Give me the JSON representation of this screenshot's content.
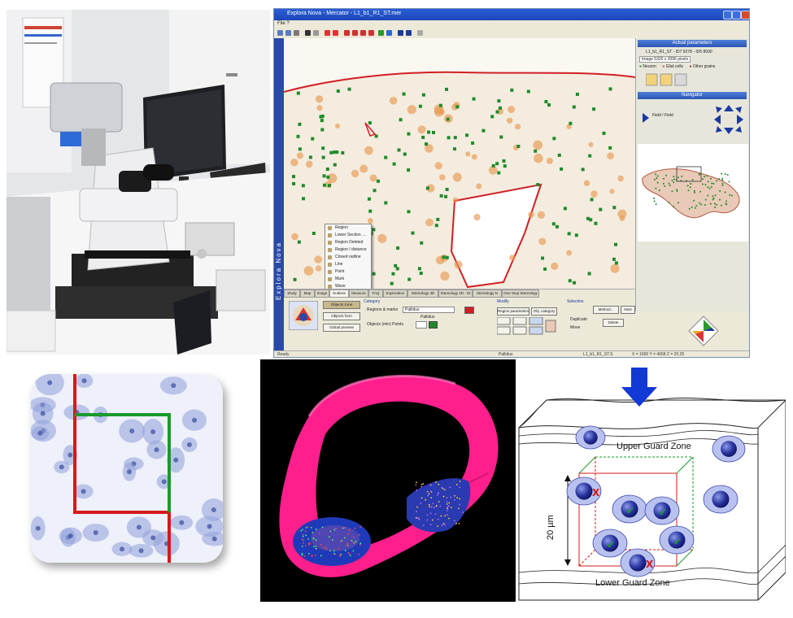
{
  "software_window": {
    "title": "Explora Nova - Mercator - L1_b1_R1_ST.mer",
    "menu": "File  ?",
    "sidebar_brand": "Explora Nova",
    "context_menu": [
      "Region",
      "Lower Section ...",
      "Region Deleted",
      "Region / distance",
      "Closed outline",
      "Line",
      "Point",
      "Mark",
      "Wave"
    ],
    "tabs": [
      "Study",
      "Map",
      "Image",
      "Outlines",
      "Measure",
      "FAQ",
      "Exploration",
      "Stereology 3D",
      "Stereology 2D - ID",
      "Stereology N",
      "One Stop Stereology"
    ],
    "selected_tab": "Outlines",
    "actions": {
      "objects_zone": "Objects zone",
      "objects_form": "Objects form",
      "global_preview": "Global preview"
    },
    "category": {
      "header": "Category",
      "regions_label": "Regions & marks",
      "regions_value": "Pallidus",
      "objects_label": "Objects (min) Points",
      "subheader": "Pallidus"
    },
    "modify": {
      "header": "Modify",
      "region_params": "Region parameters",
      "obj_category": "Obj. category"
    },
    "selection": {
      "header": "Selection",
      "method_btn": "Method...",
      "next_btn": "Next",
      "duplicate": "Duplicate",
      "move": "Move",
      "delete": "Delete"
    },
    "right_panel": {
      "top_header": "Actual parameters",
      "id_line": "L1_b1_R1_ST - ID7 9278 - ID5 8090",
      "image_line": "Image 5320 x 3096 pixels",
      "legend": [
        "Neuron",
        "Glial cells",
        "Other grains"
      ],
      "navigator_header": "Navigator",
      "field_label": "Field / Field"
    },
    "status": {
      "left": "Ready",
      "mid": "Pallidus",
      "coords": "L1_b1_R1_ST.S",
      "xy": "X = 1600   Y = 4068   Z = 20.25"
    }
  },
  "dissector": {
    "upper_zone": "Upper Guard Zone",
    "lower_zone": "Lower Guard Zone",
    "height_label": "20 µm",
    "counted_marker": "✔",
    "excluded_marker": "X"
  },
  "colors": {
    "window_blue": "#1c46b8",
    "tissue_outline": "#d11f24",
    "cell_green": "#1f8a2a",
    "cell_orange": "#c75a12",
    "counting_red": "#d41a1a",
    "counting_green": "#1a9a2c",
    "surface_pink": "#ff1f8c",
    "arrow_blue": "#1238d6"
  }
}
